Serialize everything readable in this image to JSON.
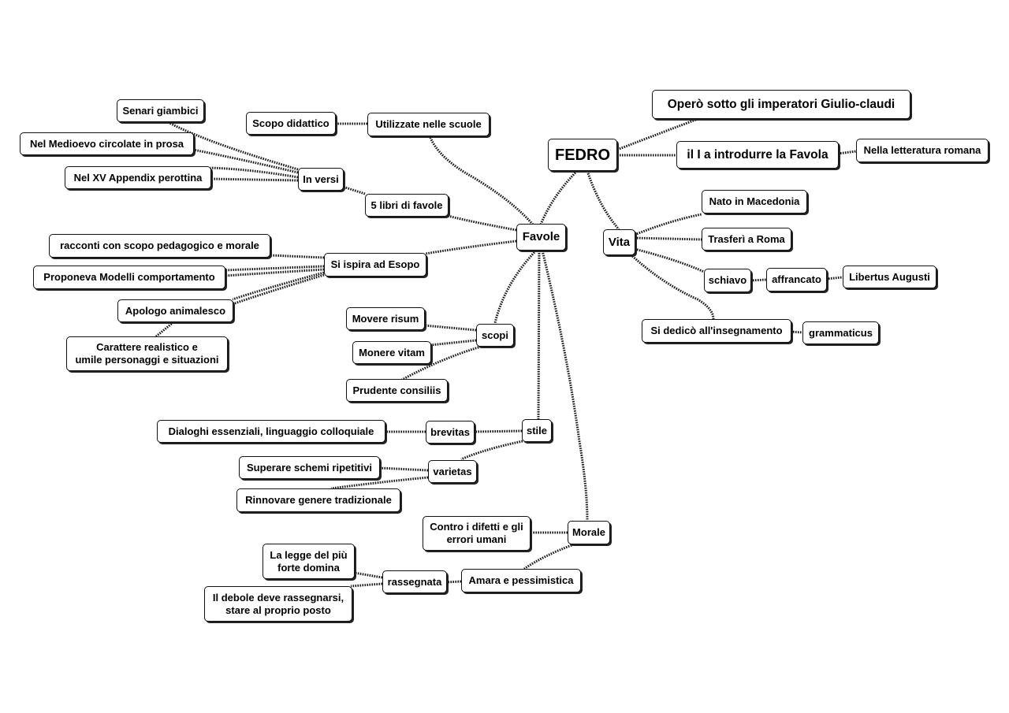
{
  "nodes": {
    "fedro": "FEDRO",
    "opero": "Operò sotto gli imperatori Giulio-claudi",
    "primo": "il I a introdurre la Favola",
    "letteratura": "Nella letteratura romana",
    "vita": "Vita",
    "macedonia": "Nato in Macedonia",
    "roma": "Trasferì a Roma",
    "schiavo": "schiavo",
    "affrancato": "affrancato",
    "libertus": "Libertus Augusti",
    "insegnamento": "Si dedicò all'insegnamento",
    "grammaticus": "grammaticus",
    "favole": "Favole",
    "scuole": "Utilizzate nelle scuole",
    "didattico": "Scopo didattico",
    "libri": "5 libri di favole",
    "versi": "In versi",
    "senari": "Senari giambici",
    "medioevo": "Nel Medioevo circolate in prosa",
    "appendix": "Nel XV Appendix perottina",
    "esopo": "Si ispira ad Esopo",
    "racconti": "racconti con scopo pedagogico e morale",
    "modelli": "Proponeva Modelli comportamento",
    "apologo": "Apologo animalesco",
    "carattere": "Carattere realistico e\numile personaggi e situazioni",
    "scopi": "scopi",
    "risum": "Movere risum",
    "vitam": "Monere vitam",
    "consiliis": "Prudente consiliis",
    "stile": "stile",
    "brevitas": "brevitas",
    "dialoghi": "Dialoghi essenziali, linguaggio colloquiale",
    "varietas": "varietas",
    "superare": "Superare schemi ripetitivi",
    "rinnovare": "Rinnovare genere tradizionale",
    "morale": "Morale",
    "difetti": "Contro i difetti e gli\nerrori umani",
    "amara": "Amara e pessimistica",
    "rassegnata": "rassegnata",
    "legge": "La legge del più\nforte domina",
    "debole": "Il debole deve rassegnarsi,\nstare al proprio posto"
  }
}
